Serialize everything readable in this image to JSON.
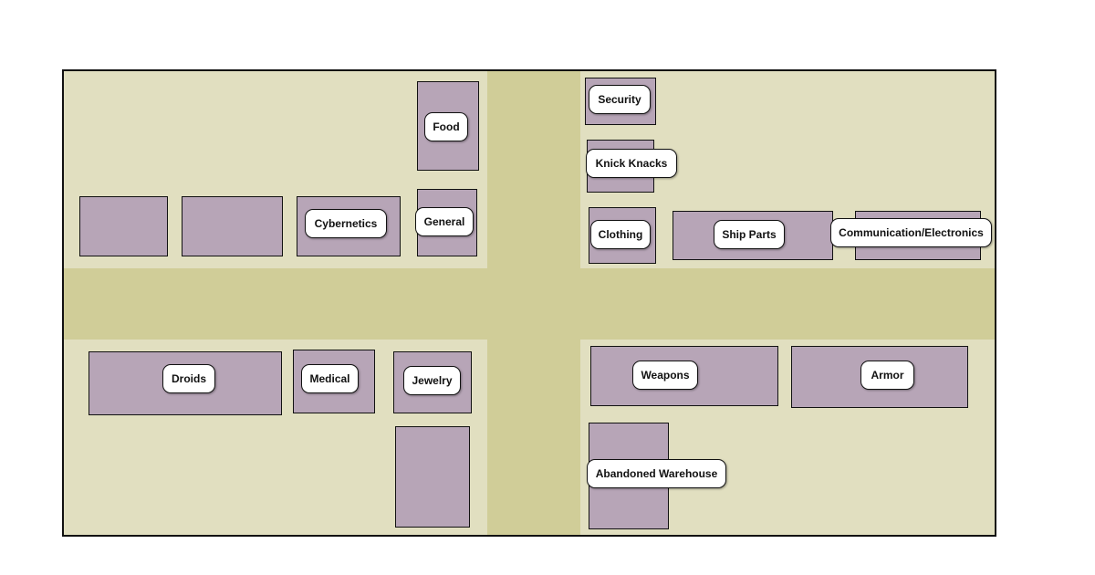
{
  "colors": {
    "ground": "#e1dfc0",
    "road": "#d0cd98",
    "building": "#b7a5b7",
    "outline": "#111111",
    "label_bg": "#ffffff"
  },
  "shops": {
    "food": "Food",
    "general": "General",
    "cybernetics": "Cybernetics",
    "security": "Security",
    "knick_knacks": "Knick Knacks",
    "clothing": "Clothing",
    "ship_parts": "Ship Parts",
    "communication_electronics": "Communication/Electronics",
    "droids": "Droids",
    "medical": "Medical",
    "jewelry": "Jewelry",
    "weapons": "Weapons",
    "armor": "Armor",
    "abandoned_warehouse": "Abandoned Warehouse"
  }
}
